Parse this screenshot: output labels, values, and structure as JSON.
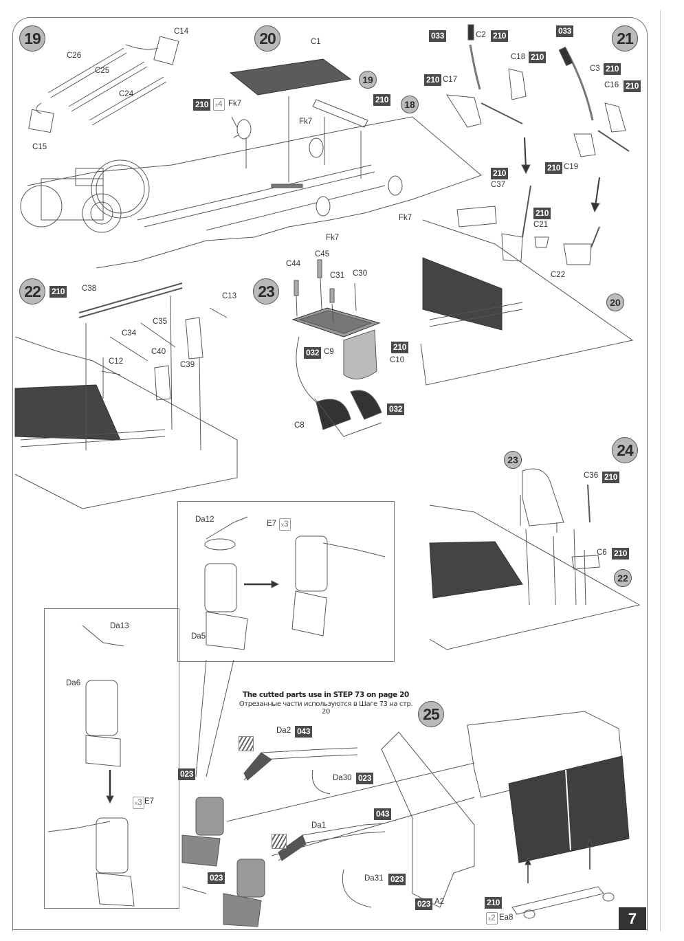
{
  "page": {
    "number": "7"
  },
  "steps": {
    "s19": {
      "number": "19",
      "labels": {
        "c14": "C14",
        "c26": "C26",
        "c25": "C25",
        "c24": "C24",
        "c15": "C15"
      }
    },
    "s20": {
      "number": "20",
      "labels": {
        "c1": "C1",
        "fk7_a": "Fk7",
        "fk7_b": "Fk7",
        "fk7_c": "Fk7",
        "fk7_d": "Fk7"
      },
      "paint": "210",
      "qty": "4",
      "ref19": "19",
      "ref18": "18",
      "paint19": "210"
    },
    "s21": {
      "number": "21",
      "labels": {
        "c2": "C2",
        "c18": "C18",
        "c17": "C17",
        "c3": "C3",
        "c16": "C16",
        "c19": "C19",
        "c37": "C37",
        "c21": "C21",
        "c22": "C22"
      },
      "codes": {
        "c2_grip": "033",
        "c2": "210",
        "c18": "210",
        "c17": "210",
        "c3_grip": "033",
        "c3": "210",
        "c16": "210",
        "c19": "210",
        "c37": "210",
        "c21": "210"
      },
      "ref20": "20"
    },
    "s22": {
      "number": "22",
      "paint": "210",
      "labels": {
        "c38": "C38",
        "c13": "C13",
        "c35": "C35",
        "c34": "C34",
        "c12": "C12",
        "c40": "C40",
        "c39": "C39"
      }
    },
    "s23": {
      "number": "23",
      "labels": {
        "c44": "C44",
        "c45": "C45",
        "c31": "C31",
        "c30": "C30",
        "c9": "C9",
        "c10": "C10",
        "c8": "C8"
      },
      "codes": {
        "c9": "032",
        "c10": "210",
        "c8": "032"
      }
    },
    "s24": {
      "number": "24",
      "ref23": "23",
      "ref22": "22",
      "labels": {
        "c36": "C36",
        "c6": "C6"
      },
      "codes": {
        "c36": "210",
        "c6": "210"
      }
    },
    "s25": {
      "number": "25",
      "inset1": {
        "labels": {
          "da12": "Da12",
          "da5": "Da5",
          "e7": "E7"
        },
        "qty": "3"
      },
      "inset2": {
        "labels": {
          "da13": "Da13",
          "da6": "Da6",
          "e7": "E7"
        },
        "qty": "3"
      },
      "note_en": "The cutted parts use in STEP 73 on page 20",
      "note_ru": "Отрезанные части используются в Шаге 73 на стр. 20",
      "labels": {
        "da2": "Da2",
        "da30": "Da30",
        "da1": "Da1",
        "da31": "Da31",
        "a2": "A2",
        "ea8": "Ea8"
      },
      "codes": {
        "da2": "043",
        "da30": "023",
        "filter_top": "023",
        "da1": "043",
        "filter_bottom": "023",
        "da31": "023",
        "a2": "023",
        "ea8": "210"
      },
      "ea8_qty": "2"
    }
  },
  "colors": {
    "code_bg": "#4a4a4a",
    "step_circle": "#b9b9b9",
    "dark_panel": "#3f3f3f"
  }
}
